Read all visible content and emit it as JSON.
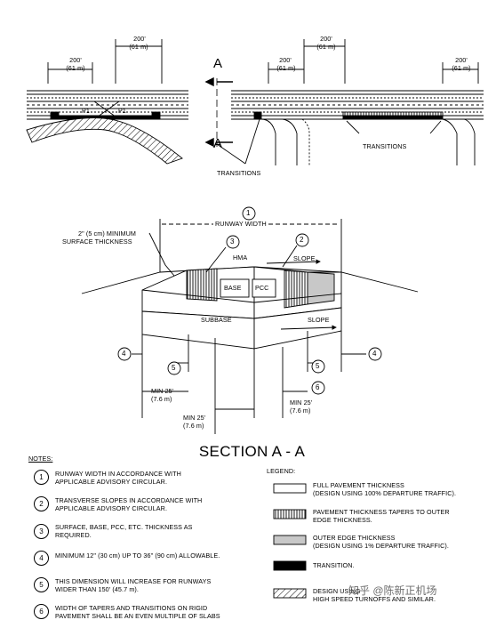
{
  "plan": {
    "dim_200_left_a": "200'",
    "dim_61_left_a": "(61 m)",
    "dim_200_left_b": "200'",
    "dim_61_left_b": "(61 m)",
    "dim_200_right_a": "200'",
    "dim_61_right_a": "(61 m)",
    "dim_200_right_b": "200'",
    "dim_61_right_b": "(61 m)",
    "dim_200_right_c": "200'",
    "dim_61_right_c": "(61 m)",
    "p1_left": "P1",
    "p1_right": "P1",
    "section_mark_top": "A",
    "section_mark_bottom": "A",
    "transitions_bottom": "TRANSITIONS",
    "transitions_right": "TRANSITIONS"
  },
  "section": {
    "runway_width": "RUNWAY WIDTH",
    "min_surface_1": "2\" (5 cm) MINIMUM",
    "min_surface_2": "SURFACE THICKNESS",
    "hma": "HMA",
    "slope_top": "SLOPE",
    "base": "BASE",
    "pcc": "PCC",
    "subbase": "SUBBASE",
    "slope_bottom": "SLOPE",
    "min25_left_1": "MIN 25'",
    "min25_left_2": "(7.6 m)",
    "min25_mid_1": "MIN 25'",
    "min25_mid_2": "(7.6 m)",
    "min25_right_1": "MIN 25'",
    "min25_right_2": "(7.6 m)",
    "callouts": [
      "1",
      "2",
      "3",
      "4",
      "4",
      "5",
      "5",
      "6"
    ]
  },
  "title": "SECTION A - A",
  "notes": {
    "heading": "NOTES:",
    "items": [
      {
        "num": "1",
        "line1": "RUNWAY WIDTH IN ACCORDANCE WITH",
        "line2": "APPLICABLE ADVISORY CIRCULAR."
      },
      {
        "num": "2",
        "line1": "TRANSVERSE SLOPES IN ACCORDANCE WITH",
        "line2": "APPLICABLE ADVISORY CIRCULAR."
      },
      {
        "num": "3",
        "line1": "SURFACE, BASE, PCC, ETC. THICKNESS AS",
        "line2": "REQUIRED."
      },
      {
        "num": "4",
        "line1": "MINIMUM 12\" (30 cm) UP TO 36\" (90 cm) ALLOWABLE.",
        "line2": ""
      },
      {
        "num": "5",
        "line1": "THIS DIMENSION WILL INCREASE FOR RUNWAYS",
        "line2": "WIDER THAN 150' (45.7 m)."
      },
      {
        "num": "6",
        "line1": "WIDTH OF TAPERS AND TRANSITIONS ON RIGID",
        "line2": "PAVEMENT SHALL BE AN EVEN MULTIPLE OF SLABS"
      }
    ]
  },
  "legend": {
    "heading": "LEGEND:",
    "items": [
      {
        "line1": "FULL PAVEMENT THICKNESS",
        "line2": "(DESIGN USING 100% DEPARTURE TRAFFIC)."
      },
      {
        "line1": "PAVEMENT THICKNESS TAPERS TO OUTER",
        "line2": "EDGE THICKNESS."
      },
      {
        "line1": "OUTER EDGE THICKNESS",
        "line2": "(DESIGN USING 1% DEPARTURE TRAFFIC)."
      },
      {
        "line1": "TRANSITION.",
        "line2": ""
      },
      {
        "line1": "DESIGN USING",
        "line2": "HIGH SPEED TURNOFFS AND SIMILAR."
      }
    ]
  },
  "watermark": "知乎 @陈新正机场"
}
